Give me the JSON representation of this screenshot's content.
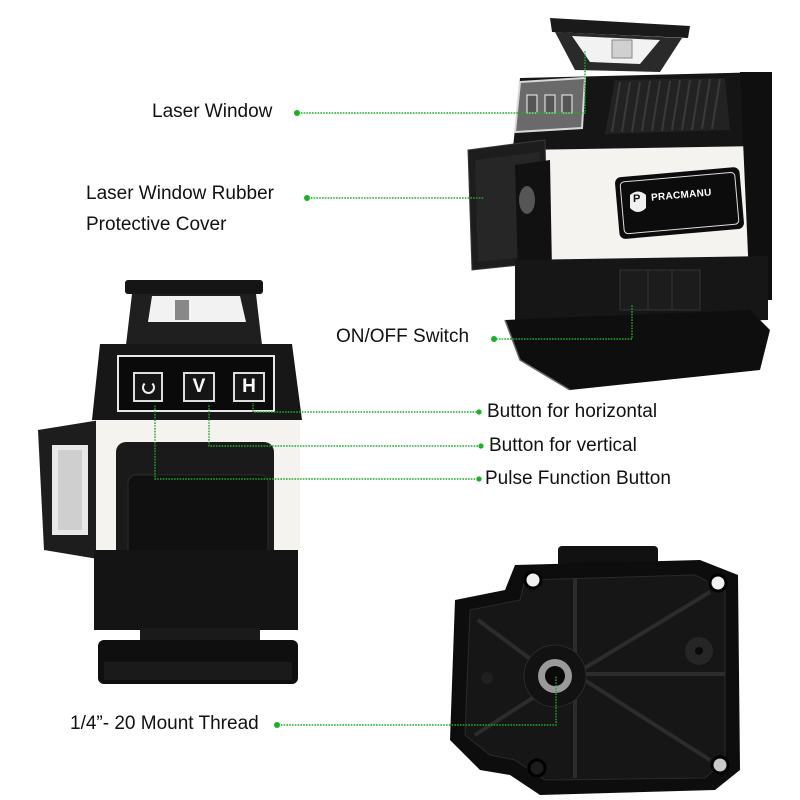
{
  "brand": {
    "name": "PRACMANU",
    "logo_letter": "P"
  },
  "colors": {
    "callout_green": "#1fa82a",
    "dot_green": "#14b51f",
    "device_black": "#111111",
    "device_white": "#f4f3ef",
    "background": "#ffffff"
  },
  "buttons": {
    "power_icon": "power-icon",
    "vertical": "V",
    "horizontal": "H"
  },
  "callouts": [
    {
      "id": "laser-window",
      "text": "Laser Window"
    },
    {
      "id": "rubber-cover-line1",
      "text": "Laser Window Rubber"
    },
    {
      "id": "rubber-cover-line2",
      "text": "Protective Cover"
    },
    {
      "id": "on-off-switch",
      "text": "ON/OFF Switch"
    },
    {
      "id": "button-horizontal",
      "text": "Button for horizontal"
    },
    {
      "id": "button-vertical",
      "text": "Button for vertical"
    },
    {
      "id": "pulse-button",
      "text": "Pulse Function Button"
    },
    {
      "id": "mount-thread",
      "text": "1/4”- 20 Mount Thread"
    }
  ]
}
